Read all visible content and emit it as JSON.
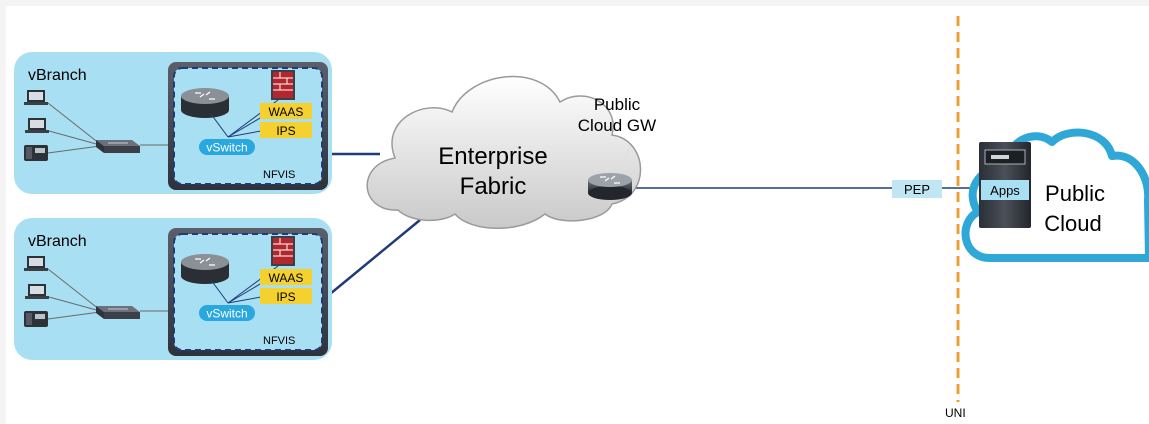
{
  "branches": [
    {
      "label": "vBranch",
      "services": [
        "WAAS",
        "IPS"
      ],
      "switch_label": "vSwitch",
      "platform_label": "NFVIS"
    },
    {
      "label": "vBranch",
      "services": [
        "WAAS",
        "IPS"
      ],
      "switch_label": "vSwitch",
      "platform_label": "NFVIS"
    }
  ],
  "enterprise_cloud": {
    "line1": "Enterprise",
    "line2": "Fabric"
  },
  "gateway": {
    "line1": "Public",
    "line2": "Cloud GW"
  },
  "pep_label": "PEP",
  "uni_label": "UNI",
  "public_cloud": {
    "line1": "Public",
    "line2": "Cloud",
    "apps_label": "Apps"
  },
  "colors": {
    "branch_bg": "#a9dff2",
    "service_tag": "#f5d130",
    "switch_pill": "#29a8e0",
    "uni_line": "#f0a030",
    "link": "#1f3b7a"
  }
}
